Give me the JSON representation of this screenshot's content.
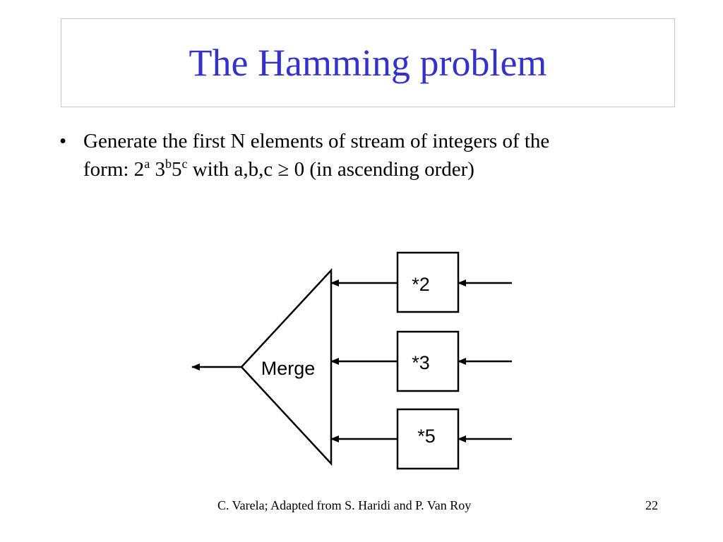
{
  "title": "The Hamming problem",
  "bullet": {
    "marker": "•",
    "line1": "Generate the first N elements of stream of integers of the",
    "form_prefix": "form: 2",
    "sup_a": "a",
    "three": " 3",
    "sup_b": "b",
    "five": "5",
    "sup_c": "c",
    "suffix": " with a,b,c ≥ 0 (in ascending order)"
  },
  "diagram": {
    "merge_label": "Merge",
    "multipliers": [
      "*2",
      "*3",
      "*5"
    ]
  },
  "footer": {
    "credit": "C. Varela; Adapted from S. Haridi and P. Van Roy",
    "page": "22"
  }
}
